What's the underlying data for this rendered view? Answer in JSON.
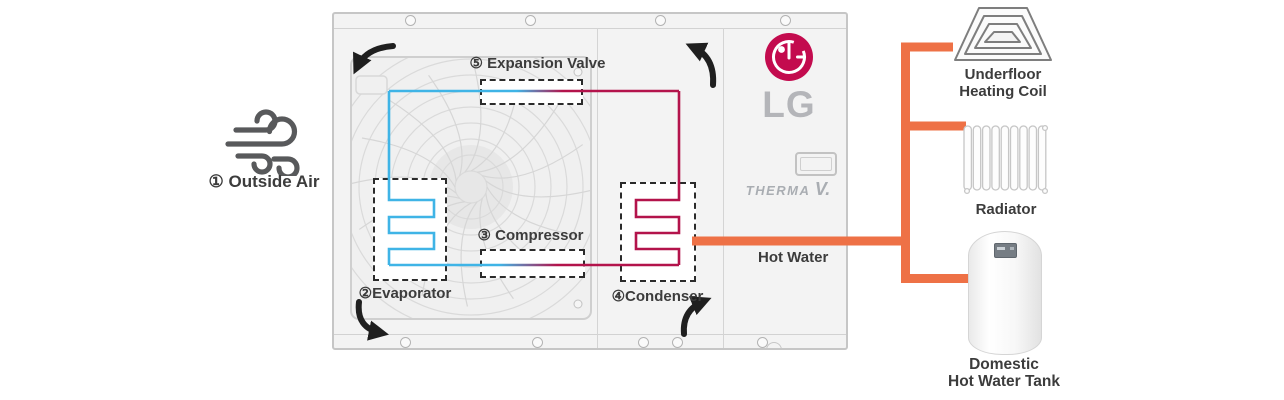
{
  "colors": {
    "refrigerant_cold": "#3fb4e6",
    "refrigerant_hot": "#b3134b",
    "hot_water_pipe": "#ee7146",
    "brand_red": "#c30b4e",
    "label_text": "#3c3c3c"
  },
  "icons": {
    "wind": "wind-icon",
    "fan_grille": "fan-grille",
    "airflow_arrows": "curved-arrow-icon",
    "underfloor": "underfloor-coil-icon",
    "radiator": "radiator-icon",
    "tank": "water-tank-icon",
    "lg_logo": "lg-logo-icon"
  },
  "diagram": {
    "outside_air_label": "① Outside Air",
    "expansion_valve_label": "⑤ Expansion Valve",
    "compressor_label": "③ Compressor",
    "evaporator_label": "②Evaporator",
    "condenser_label": "④Condenser",
    "hot_water_label": "Hot Water"
  },
  "unit": {
    "brand_wordmark": "LG",
    "product_line_name": "THERMA",
    "product_line_version": "V."
  },
  "outputs": {
    "underfloor": {
      "label_line1": "Underfloor",
      "label_line2": "Heating Coil"
    },
    "radiator": {
      "label": "Radiator"
    },
    "tank": {
      "label_line1": "Domestic",
      "label_line2": "Hot Water Tank"
    }
  }
}
